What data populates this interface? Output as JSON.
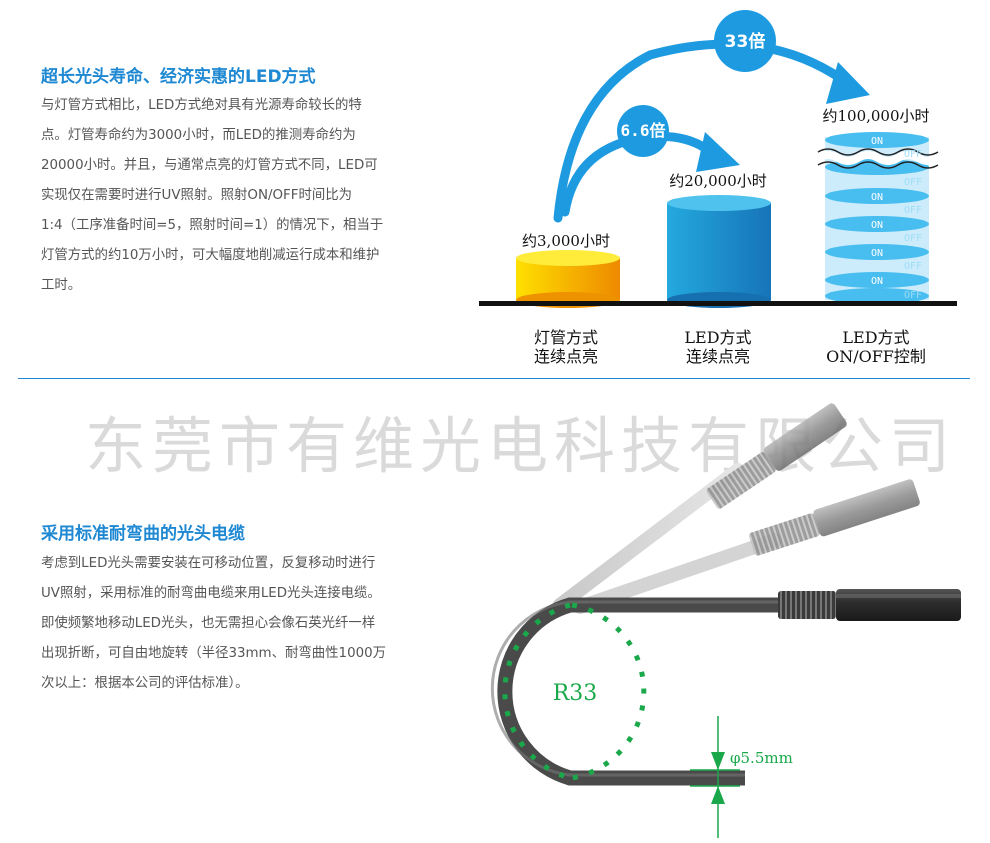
{
  "section1": {
    "title": "超长光头寿命、经济实惠的LED方式",
    "lines": [
      "与灯管方式相比，LED方式绝对具有光源寿命较长的特",
      "点。灯管寿命约为3000小时，而LED的推测寿命约为",
      "20000小时。并且，与通常点亮的灯管方式不同，LED可",
      "实现仅在需要时进行UV照射。照射ON/OFF时间比为",
      "1:4（工序准备时间=5，照射时间=1）的情况下，相当于",
      "灯管方式的约10万小时，可大幅度地削减运行成本和维护",
      "工时。"
    ]
  },
  "diagram1": {
    "bars": [
      {
        "value_label": "约3,000小时",
        "line1": "灯管方式",
        "line2": "连续点亮",
        "color": "#f5b400"
      },
      {
        "value_label": "约20,000小时",
        "line1": "LED方式",
        "line2": "连续点亮",
        "color": "#1e88c8"
      },
      {
        "value_label": "约100,000小时",
        "line1": "LED方式",
        "line2": "ON/OFF控制",
        "color": "#6ecff6"
      }
    ],
    "badge_small": "6.6倍",
    "badge_large": "33倍",
    "on_label": "ON",
    "off_label": "OFF",
    "arrow_color": "#1e9be0"
  },
  "watermark": "东莞市有维光电科技有限公司",
  "section2": {
    "title": "采用标准耐弯曲的光头电缆",
    "lines": [
      "考虑到LED光头需要安装在可移动位置，反复移动时进行",
      "UV照射，采用标准的耐弯曲电缆来用LED光头连接电缆。",
      "即使频繁地移动LED光头，也无需担心会像石英光纤一样",
      "出现折断，可自由地旋转（半径33mm、耐弯曲性1000万",
      "次以上：根据本公司的评估标准）。"
    ]
  },
  "diagram2": {
    "radius_label": "R33",
    "diameter_label": "φ5.5mm",
    "accent_color": "#1aa84a"
  }
}
